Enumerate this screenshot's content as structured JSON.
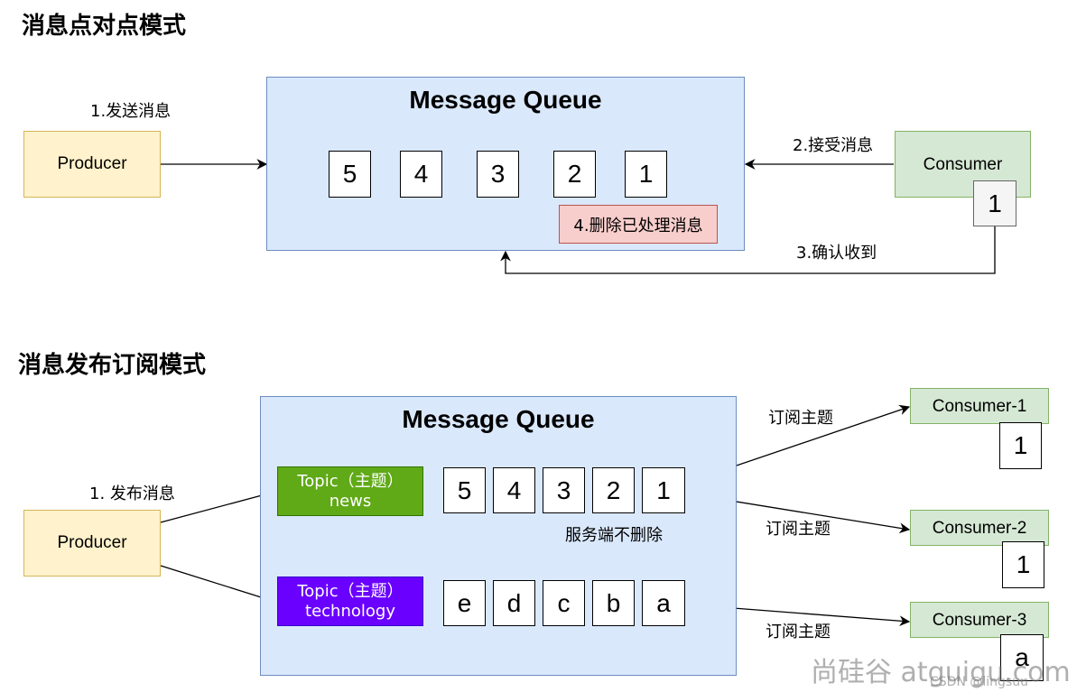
{
  "colors": {
    "queue_fill": "#dae8fc",
    "producer_fill": "#fff2cc",
    "consumer_fill": "#d5e8d4",
    "note_fill": "#f8cecc",
    "topic_news_fill": "#60a917",
    "topic_tech_fill": "#6a00ff"
  },
  "p2p": {
    "heading": "消息点对点模式",
    "queue_title": "Message Queue",
    "producer": "Producer",
    "consumer": "Consumer",
    "cells": [
      "5",
      "4",
      "3",
      "2",
      "1"
    ],
    "consumer_cell": "1",
    "send_label": "1.发送消息",
    "receive_label": "2.接受消息",
    "ack_label": "3.确认收到",
    "delete_note": "4.删除已处理消息"
  },
  "pubsub": {
    "heading": "消息发布订阅模式",
    "queue_title": "Message Queue",
    "producer": "Producer",
    "publish_label": "1. 发布消息",
    "topic_news": {
      "line1": "Topic（主题）",
      "line2": "news"
    },
    "topic_tech": {
      "line1": "Topic（主题）",
      "line2": "technology"
    },
    "news_cells": [
      "5",
      "4",
      "3",
      "2",
      "1"
    ],
    "tech_cells": [
      "e",
      "d",
      "c",
      "b",
      "a"
    ],
    "server_note": "服务端不删除",
    "subscribe_label": "订阅主题",
    "consumers": [
      {
        "name": "Consumer-1",
        "cell": "1"
      },
      {
        "name": "Consumer-2",
        "cell": "1"
      },
      {
        "name": "Consumer-3",
        "cell": "a"
      }
    ]
  },
  "watermark": {
    "site": "尚硅谷 atguigu.com",
    "csdn": "CSDN @lingsuu"
  }
}
